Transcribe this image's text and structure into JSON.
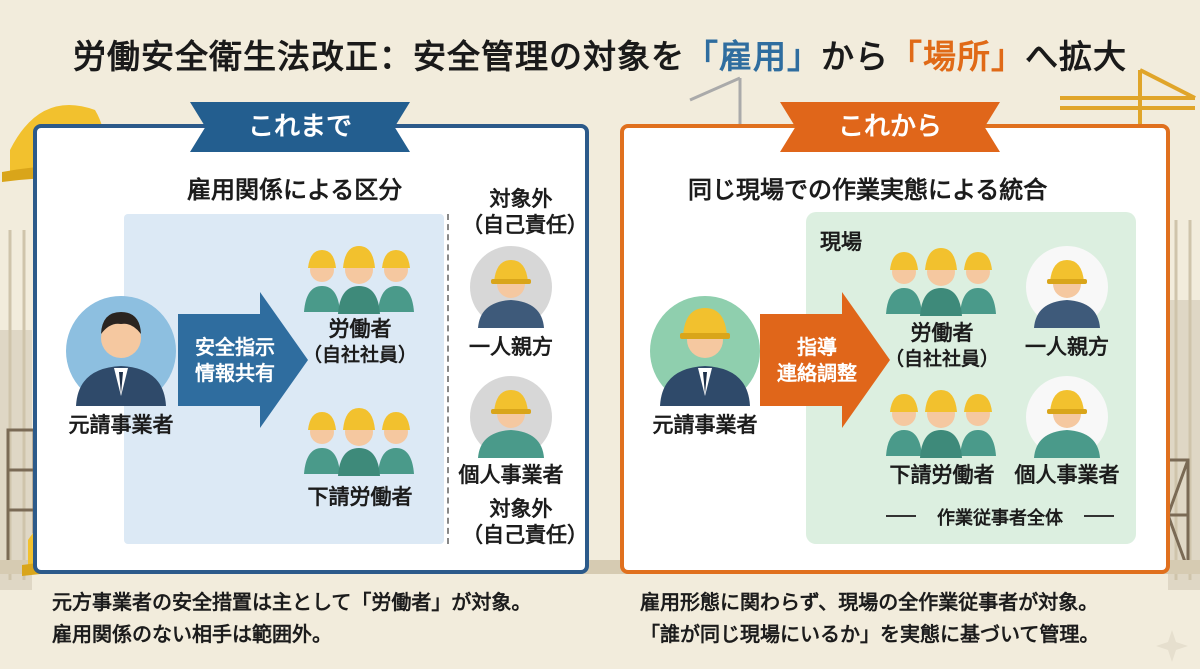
{
  "title": {
    "part1": "労働安全衛生法改正：安全管理の対象を",
    "q1": "「雇用」",
    "mid": "から",
    "q2": "「場所」",
    "end": "へ拡大"
  },
  "left": {
    "ribbon": "これまで",
    "subtitle": "雇用関係による区分",
    "employer": "元請事業者",
    "arrow_line1": "安全指示",
    "arrow_line2": "情報共有",
    "workers_line1": "労働者",
    "workers_line2": "（自社社員）",
    "sub_workers": "下請労働者",
    "out_top_line1": "対象外",
    "out_top_line2": "（自己責任）",
    "solo": "一人親方",
    "indiv": "個人事業者",
    "out_bottom_line1": "対象外",
    "out_bottom_line2": "（自己責任）",
    "note_line1": "元方事業者の安全措置は主として「労働者」が対象。",
    "note_line2": "雇用関係のない相手は範囲外。"
  },
  "right": {
    "ribbon": "これから",
    "subtitle": "同じ現場での作業実態による統合",
    "site": "現場",
    "employer": "元請事業者",
    "arrow_line1": "指導",
    "arrow_line2": "連絡調整",
    "workers_line1": "労働者",
    "workers_line2": "（自社社員）",
    "solo": "一人親方",
    "sub_workers": "下請労働者",
    "indiv": "個人事業者",
    "all": "作業従事者全体",
    "note_line1": "雇用形態に関わらず、現場の全作業従事者が対象。",
    "note_line2": "「誰が同じ現場にいるか」を実態に基づいて管理。"
  },
  "colors": {
    "blue": "#235e8f",
    "orange": "#e0661a",
    "helmet": "#f2c12e",
    "teal": "#4a9a8a",
    "navy": "#2f4a6a"
  },
  "icons": [
    "helmet-icon",
    "worker-icon",
    "manager-icon",
    "crane-icon",
    "arrow-icon",
    "sparkle-icon"
  ]
}
